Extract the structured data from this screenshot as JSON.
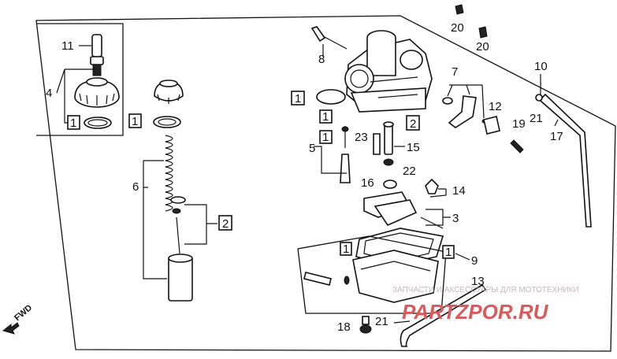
{
  "callouts": {
    "n1_a": "1",
    "n1_b": "1",
    "n1_c": "1",
    "n1_d": "1",
    "n1_e": "1",
    "n1_f": "1",
    "n2_a": "2",
    "n2_b": "2",
    "n3": "3",
    "n4": "4",
    "n5": "5",
    "n6": "6",
    "n7": "7",
    "n8": "8",
    "n9": "9",
    "n10": "10",
    "n11": "11",
    "n12": "12",
    "n13": "13",
    "n14": "14",
    "n15": "15",
    "n16": "16",
    "n17": "17",
    "n18": "18",
    "n19": "19",
    "n20_a": "20",
    "n20_b": "20",
    "n21_a": "21",
    "n21_b": "21",
    "n22": "22",
    "n23": "23"
  },
  "fwd_label": "FWD",
  "watermark": {
    "line1": "ЗАПЧАСТИ И АКСЕССУАРЫ ДЛЯ МОТОТЕХНИКИ",
    "line2": "PARTZPOR.RU"
  }
}
